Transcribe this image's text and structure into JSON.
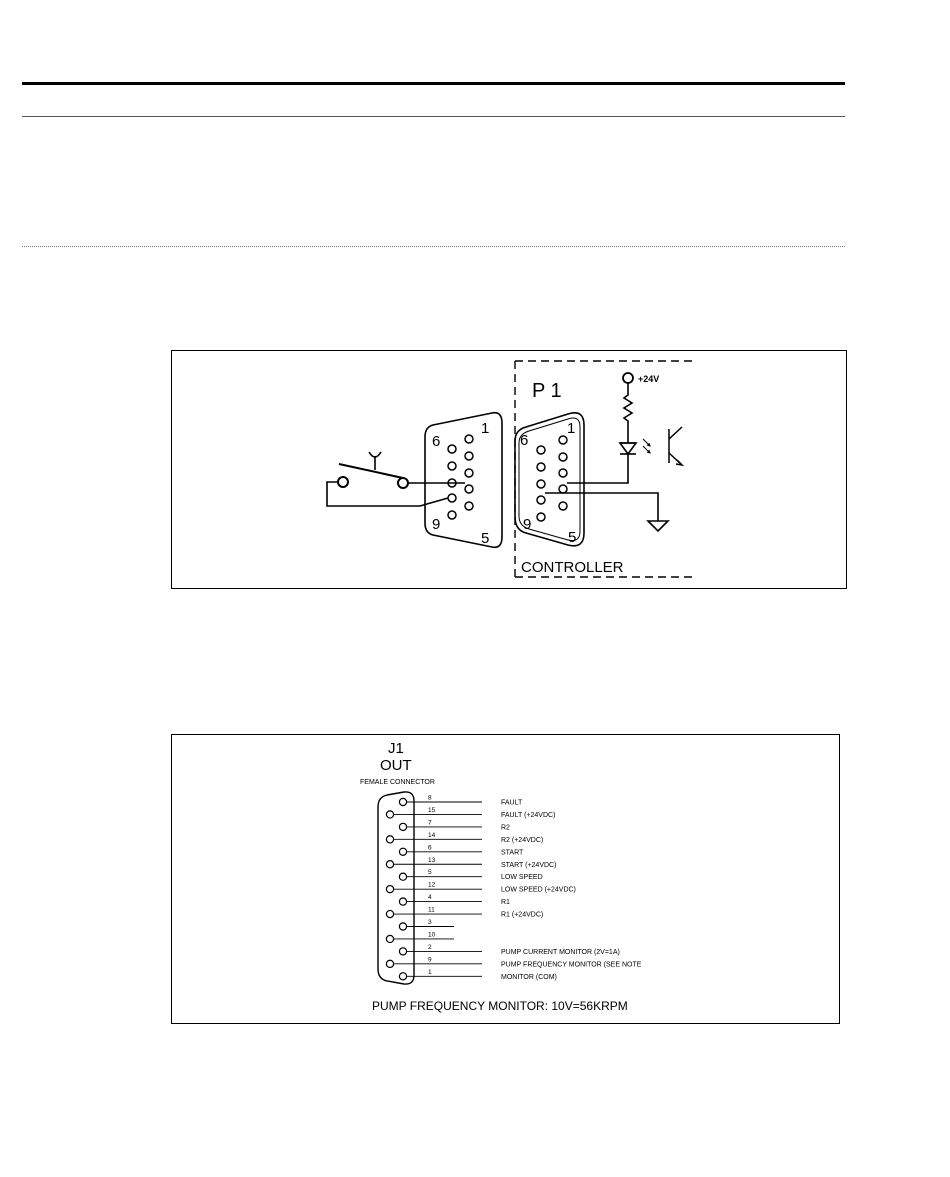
{
  "diagram_1": {
    "connector_label": "P 1",
    "voltage_label": "+24V",
    "controller_label": "CONTROLLER",
    "left_pin_labels": [
      "6",
      "1",
      "9",
      "5"
    ],
    "right_pin_labels": [
      "6",
      "1",
      "9",
      "5"
    ]
  },
  "diagram_2": {
    "title_line1": "J1",
    "title_line2": "OUT",
    "connector_type": "FEMALE CONNECTOR",
    "note": "PUMP FREQUENCY MONITOR: 10V=56KRPM",
    "pins": [
      {
        "pin": "8",
        "signal": "FAULT"
      },
      {
        "pin": "15",
        "signal": "FAULT (+24VDC)"
      },
      {
        "pin": "7",
        "signal": "R2"
      },
      {
        "pin": "14",
        "signal": "R2 (+24VDC)"
      },
      {
        "pin": "6",
        "signal": "START"
      },
      {
        "pin": "13",
        "signal": "START (+24VDC)"
      },
      {
        "pin": "5",
        "signal": "LOW SPEED"
      },
      {
        "pin": "12",
        "signal": "LOW SPEED (+24VDC)"
      },
      {
        "pin": "4",
        "signal": "R1"
      },
      {
        "pin": "11",
        "signal": "R1 (+24VDC)"
      },
      {
        "pin": "3",
        "signal": ""
      },
      {
        "pin": "10",
        "signal": ""
      },
      {
        "pin": "2",
        "signal": "PUMP CURRENT MONITOR (2V=1A)"
      },
      {
        "pin": "9",
        "signal": "PUMP FREQUENCY MONITOR (SEE NOTE"
      },
      {
        "pin": "1",
        "signal": "MONITOR (COM)"
      }
    ]
  }
}
